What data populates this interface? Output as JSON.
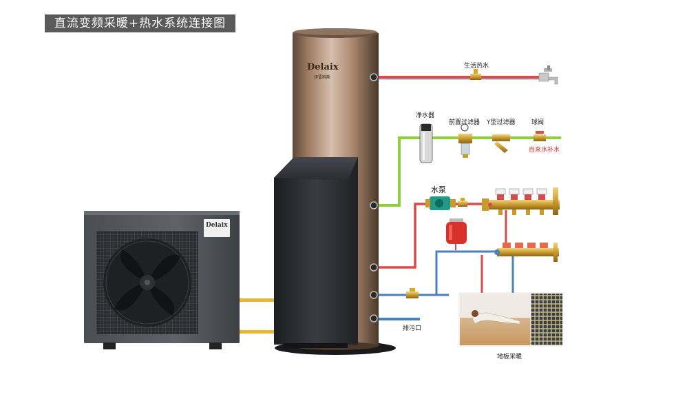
{
  "title": "直流变频采暖+热水系统连接图",
  "brand": {
    "name": "Delaix",
    "subtitle": "伊雷科斯"
  },
  "labels": {
    "domestic_hot_water": "生活热水",
    "water_purifier": "净水器",
    "prefilter": "前置过滤器",
    "y_filter": "Y型过滤器",
    "ball_valve": "球阀",
    "tap_water_supply": "自来水补水",
    "water_pump": "水泵",
    "drain": "排污口",
    "floor_heating": "地板采暖"
  },
  "colors": {
    "hot_pipe": "#d94a4a",
    "cold_pipe": "#4a7fc0",
    "supply_pipe": "#8fce3d",
    "refrigerant_pipe": "#e8b630",
    "tank_bronze": "#b08a6e",
    "tank_base": "#2c2e33",
    "outdoor_unit": "#54575c",
    "expansion_tank": "#d8302a",
    "label_red": "#d42a2a"
  }
}
